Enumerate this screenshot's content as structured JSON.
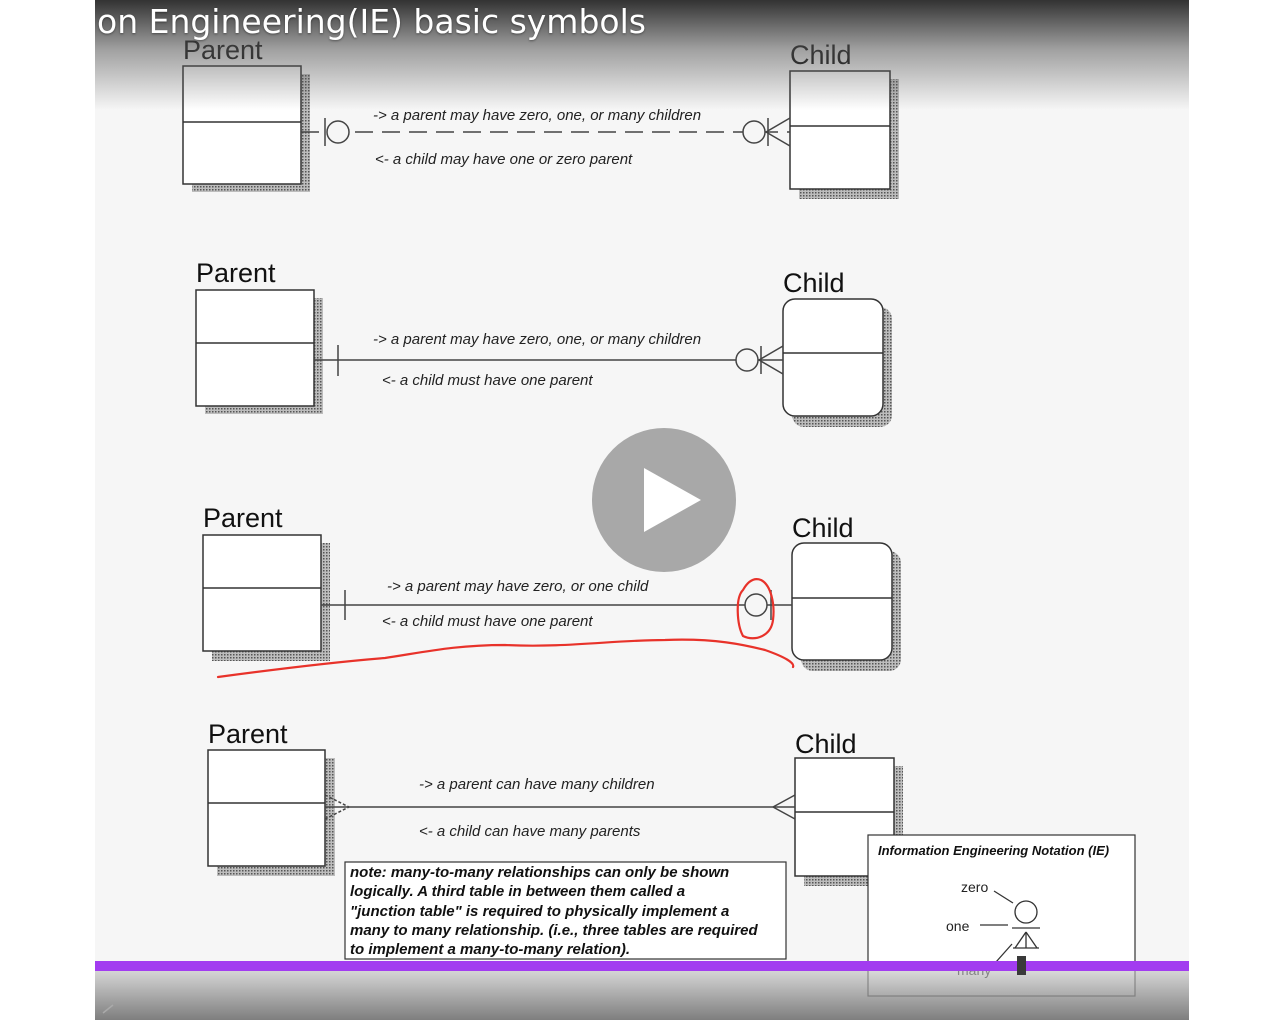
{
  "video": {
    "title": "on Engineering(IE) basic symbols",
    "progress": 0.846,
    "colors": {
      "progress": "#a23cf0",
      "annotation": "#e8322a"
    },
    "icons": {
      "play": "play-icon"
    }
  },
  "slide": {
    "parent_label": "Parent",
    "child_label": "Child",
    "rows": [
      {
        "top_text": "-> a parent may have zero, one, or many children",
        "bottom_text": "<- a child may have one or zero parent"
      },
      {
        "top_text": "-> a parent may have zero, one, or many children",
        "bottom_text": "<- a child must have one parent"
      },
      {
        "top_text": "-> a parent may have zero, or one child",
        "bottom_text": "<- a child must have one parent"
      },
      {
        "top_text": "-> a parent can have many children",
        "bottom_text": "<- a child can have many parents"
      }
    ],
    "note_lines": [
      "note: many-to-many relationships can only be shown",
      "logically.  A third table in between them called a",
      "\"junction table\" is required to physically implement a",
      "many to many relationship. (i.e., three tables are required",
      "to implement a many-to-many relation)."
    ],
    "legend": {
      "title": "Information Engineering Notation (IE)",
      "zero": "zero",
      "one": "one",
      "many": "many"
    }
  }
}
